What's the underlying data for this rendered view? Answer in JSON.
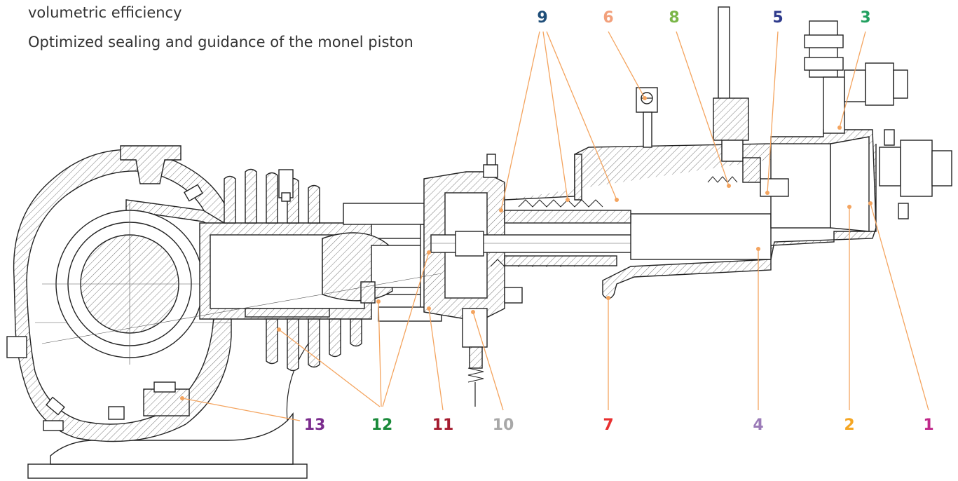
{
  "text": {
    "line1": "volumetric efficiency",
    "line2": "Optimized sealing and guidance of the monel piston"
  },
  "callouts": [
    {
      "id": "9",
      "label": "9",
      "color": "#1f4e79"
    },
    {
      "id": "6",
      "label": "6",
      "color": "#f2a07b"
    },
    {
      "id": "8",
      "label": "8",
      "color": "#7ab648"
    },
    {
      "id": "5",
      "label": "5",
      "color": "#2e3a8c"
    },
    {
      "id": "3",
      "label": "3",
      "color": "#22a060"
    },
    {
      "id": "13",
      "label": "13",
      "color": "#7b2d8e"
    },
    {
      "id": "12",
      "label": "12",
      "color": "#1a8a3a"
    },
    {
      "id": "11",
      "label": "11",
      "color": "#a51c30"
    },
    {
      "id": "10",
      "label": "10",
      "color": "#a8a8a8"
    },
    {
      "id": "7",
      "label": "7",
      "color": "#e83030"
    },
    {
      "id": "4",
      "label": "4",
      "color": "#9b7bb8"
    },
    {
      "id": "2",
      "label": "2",
      "color": "#f5a623"
    },
    {
      "id": "1",
      "label": "1",
      "color": "#c0288a"
    }
  ]
}
